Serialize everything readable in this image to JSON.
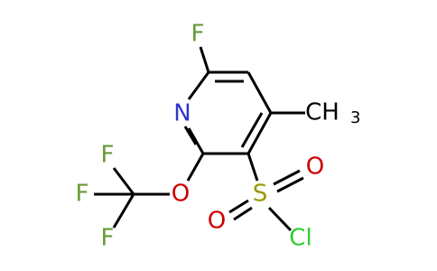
{
  "colors": {
    "background": "#ffffff",
    "bond": "#000000",
    "nitrogen": "#3333cc",
    "oxygen": "#cc0000",
    "fluorine": "#669933",
    "sulfur": "#999900",
    "chlorine": "#33cc33",
    "carbon": "#000000"
  },
  "atoms": {
    "f_ring": "F",
    "n_ring": "N",
    "ch3_c": "CH",
    "ch3_sub": "3",
    "o_ether": "O",
    "f_cf3_top": "F",
    "f_cf3_mid": "F",
    "f_cf3_bot": "F",
    "s": "S",
    "o_s_right": "O",
    "o_s_left": "O",
    "cl": "Cl"
  }
}
